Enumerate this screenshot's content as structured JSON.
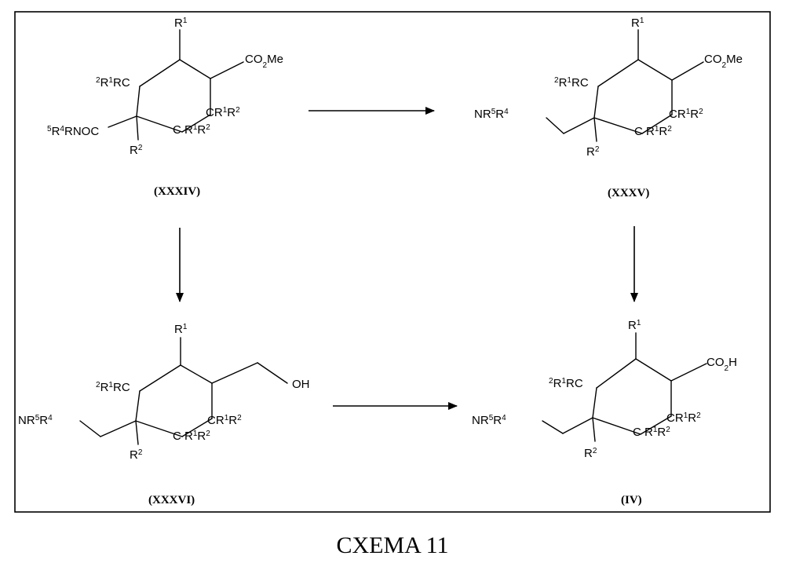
{
  "scheme_caption": "CXEMA 11",
  "compounds": [
    {
      "id": "XXXIV",
      "label": "(XXXIV)",
      "top_label": "R1",
      "substituent_right_label": "CO2Me",
      "ring_left_label": "2R1RC",
      "ring_right_label": "CR1R2",
      "ring_bottom_label": "C R1R2",
      "quaternary_left_label": "5R4RNOC",
      "quaternary_bottom_label": "R2"
    },
    {
      "id": "XXXV",
      "label": "(XXXV)",
      "top_label": "R1",
      "substituent_right_label": "CO2Me",
      "ring_left_label": "2R1RC",
      "ring_right_label": "CR1R2",
      "ring_bottom_label": "C R1R2",
      "quaternary_left_label": "NR5R4",
      "quaternary_bottom_label": "R2"
    },
    {
      "id": "XXXVI",
      "label": "(XXXVI)",
      "top_label": "R1",
      "substituent_right_label": "OH",
      "ring_left_label": "2R1RC",
      "ring_right_label": "CR1R2",
      "ring_bottom_label": "C R1R2",
      "quaternary_left_label": "NR5R4",
      "quaternary_bottom_label": "R2"
    },
    {
      "id": "IV",
      "label": "(IV)",
      "top_label": "R1",
      "substituent_right_label": "CO2H",
      "ring_left_label": "2R1RC",
      "ring_right_label": "CR1R2",
      "ring_bottom_label": "C R1R2",
      "quaternary_left_label": "NR5R4",
      "quaternary_bottom_label": "R2"
    }
  ],
  "arrows": [
    {
      "from": "XXXIV",
      "to": "XXXV"
    },
    {
      "from": "XXXIV",
      "to": "XXXVI"
    },
    {
      "from": "XXXV",
      "to": "IV"
    },
    {
      "from": "XXXVI",
      "to": "IV"
    }
  ]
}
